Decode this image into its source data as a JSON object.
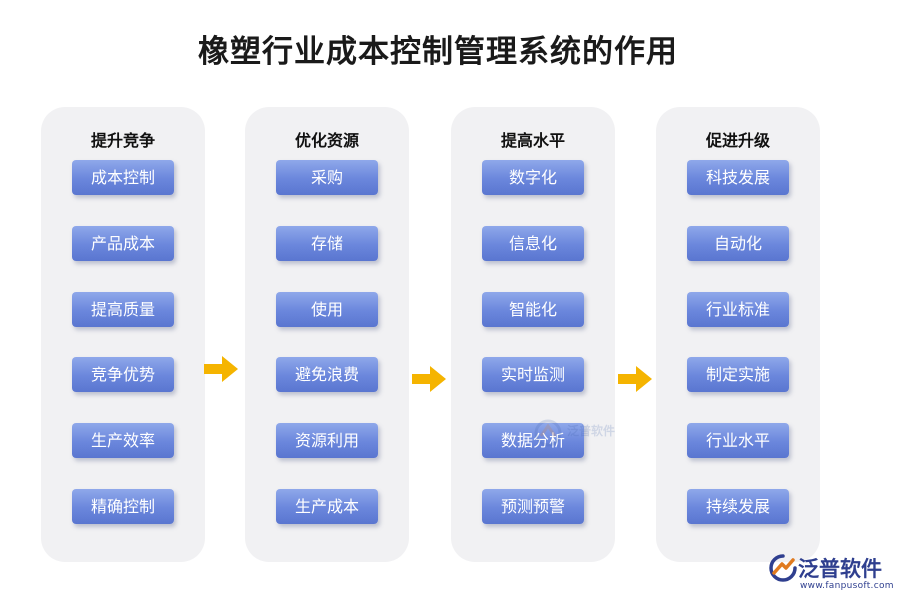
{
  "title": "橡塑行业成本控制管理系统的作用",
  "columns": [
    {
      "title": "提升竞争",
      "items": [
        "成本控制",
        "产品成本",
        "提高质量",
        "竞争优势",
        "生产效率",
        "精确控制"
      ]
    },
    {
      "title": "优化资源",
      "items": [
        "采购",
        "存储",
        "使用",
        "避免浪费",
        "资源利用",
        "生产成本"
      ]
    },
    {
      "title": "提高水平",
      "items": [
        "数字化",
        "信息化",
        "智能化",
        "实时监测",
        "数据分析",
        "预测预警"
      ]
    },
    {
      "title": "促进升级",
      "items": [
        "科技发展",
        "自动化",
        "行业标准",
        "制定实施",
        "行业水平",
        "持续发展"
      ]
    }
  ],
  "watermark": {
    "text": "泛普软件"
  },
  "logo": {
    "name": "泛普软件",
    "url": "www.fanpusoft.com"
  },
  "colors": {
    "item_top": "#8fa8ea",
    "item_bottom": "#5a76d0",
    "column_bg": "#f1f1f3",
    "arrow": "#f5b400",
    "logo": "#2f3f8f"
  }
}
